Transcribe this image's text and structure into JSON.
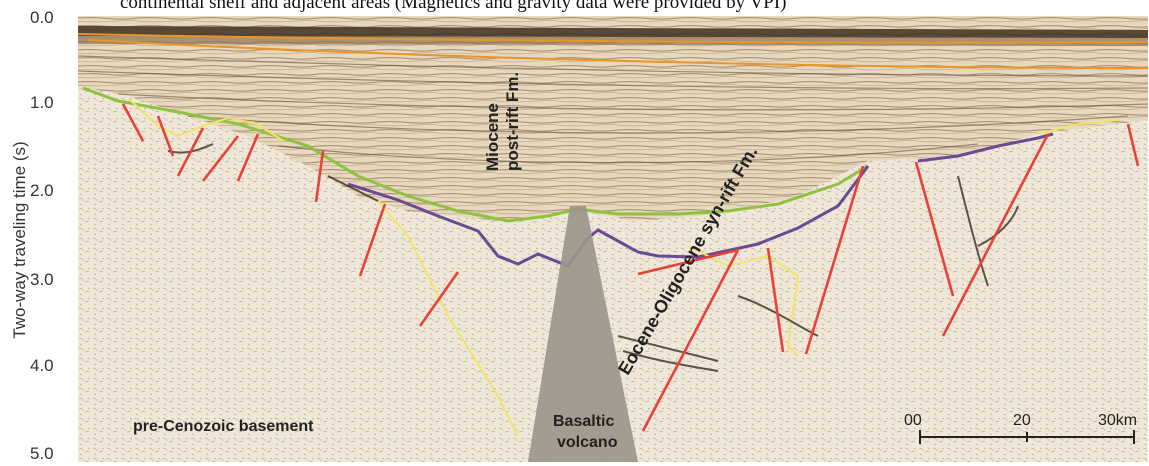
{
  "caption": "continental shelf and adjacent areas (Magnetics and gravity data were provided by VPI)",
  "y_axis": {
    "label": "Two-way traveling time (s)",
    "ticks": [
      "0.0",
      "1.0",
      "2.0",
      "3.0",
      "4.0",
      "5.0"
    ]
  },
  "annotations": {
    "miocene_1": "Miocene",
    "miocene_2": "post-rift Fm.",
    "eocene": "Eocene-Oligocene syn-rift Fm.",
    "basement": "pre-Cenozoic basement",
    "volcano_1": "Basaltic",
    "volcano_2": "volcano"
  },
  "scale_bar": {
    "labels": [
      "00",
      "20",
      "30km"
    ]
  },
  "colors": {
    "background": "#efe6d6",
    "reflector_dark": "#5a4630",
    "fault": "#e8413a",
    "green_horizon": "#8fc23f",
    "purple_horizon": "#6a4a94",
    "yellow_horizon": "#f2e36a",
    "orange_horizon": "#e8952a",
    "volcano": "#9a9489"
  }
}
